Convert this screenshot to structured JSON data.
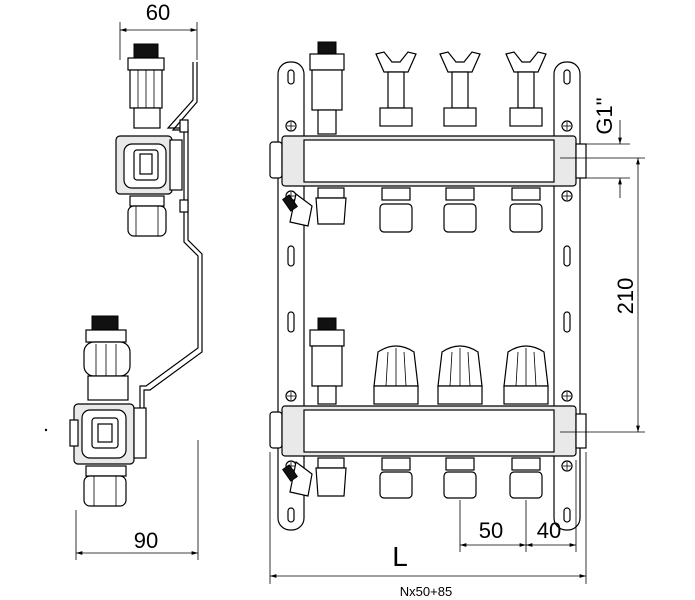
{
  "dimensions": {
    "top_width": "60",
    "bottom_width": "90",
    "height_210": "210",
    "thread": "G1\"",
    "spacing_50": "50",
    "end_40": "40",
    "length_symbol": "L",
    "length_formula": "Nx50+85"
  },
  "colors": {
    "line": "#000000",
    "fill": "#ffffff",
    "shade": "#e9e9e9",
    "dark": "#111111"
  }
}
